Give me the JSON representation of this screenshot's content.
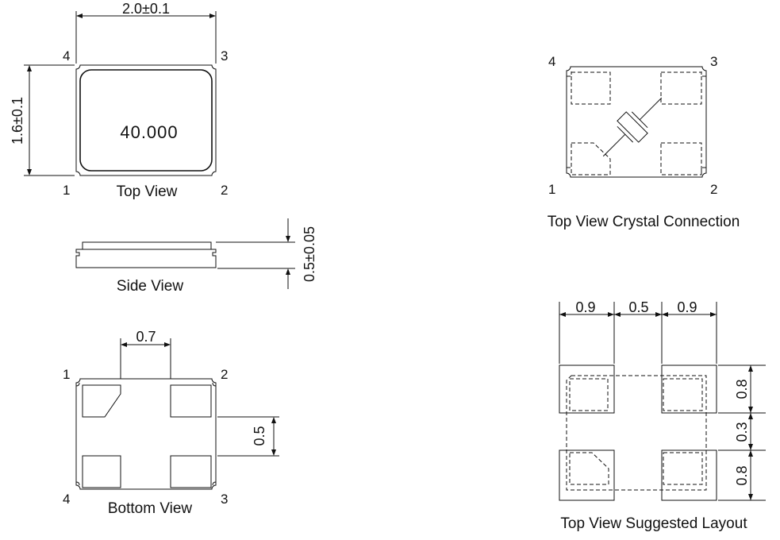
{
  "views": {
    "top": {
      "caption": "Top View",
      "marking": "40.000",
      "width_dim": "2.0±0.1",
      "height_dim": "1.6±0.1",
      "pins": [
        "1",
        "2",
        "3",
        "4"
      ]
    },
    "side": {
      "caption": "Side View",
      "thickness_dim": "0.5±0.05"
    },
    "bottom": {
      "caption": "Bottom View",
      "pad_width_dim": "0.7",
      "pad_height_dim": "0.5",
      "pins": [
        "1",
        "2",
        "3",
        "4"
      ]
    },
    "crystal": {
      "caption": "Top View Crystal Connection",
      "pins": [
        "1",
        "2",
        "3",
        "4"
      ]
    },
    "layout": {
      "caption": "Top View Suggested Layout",
      "horizontal_dims": [
        "0.9",
        "0.5",
        "0.9"
      ],
      "vertical_dims": [
        "0.8",
        "0.3",
        "0.8"
      ]
    }
  }
}
